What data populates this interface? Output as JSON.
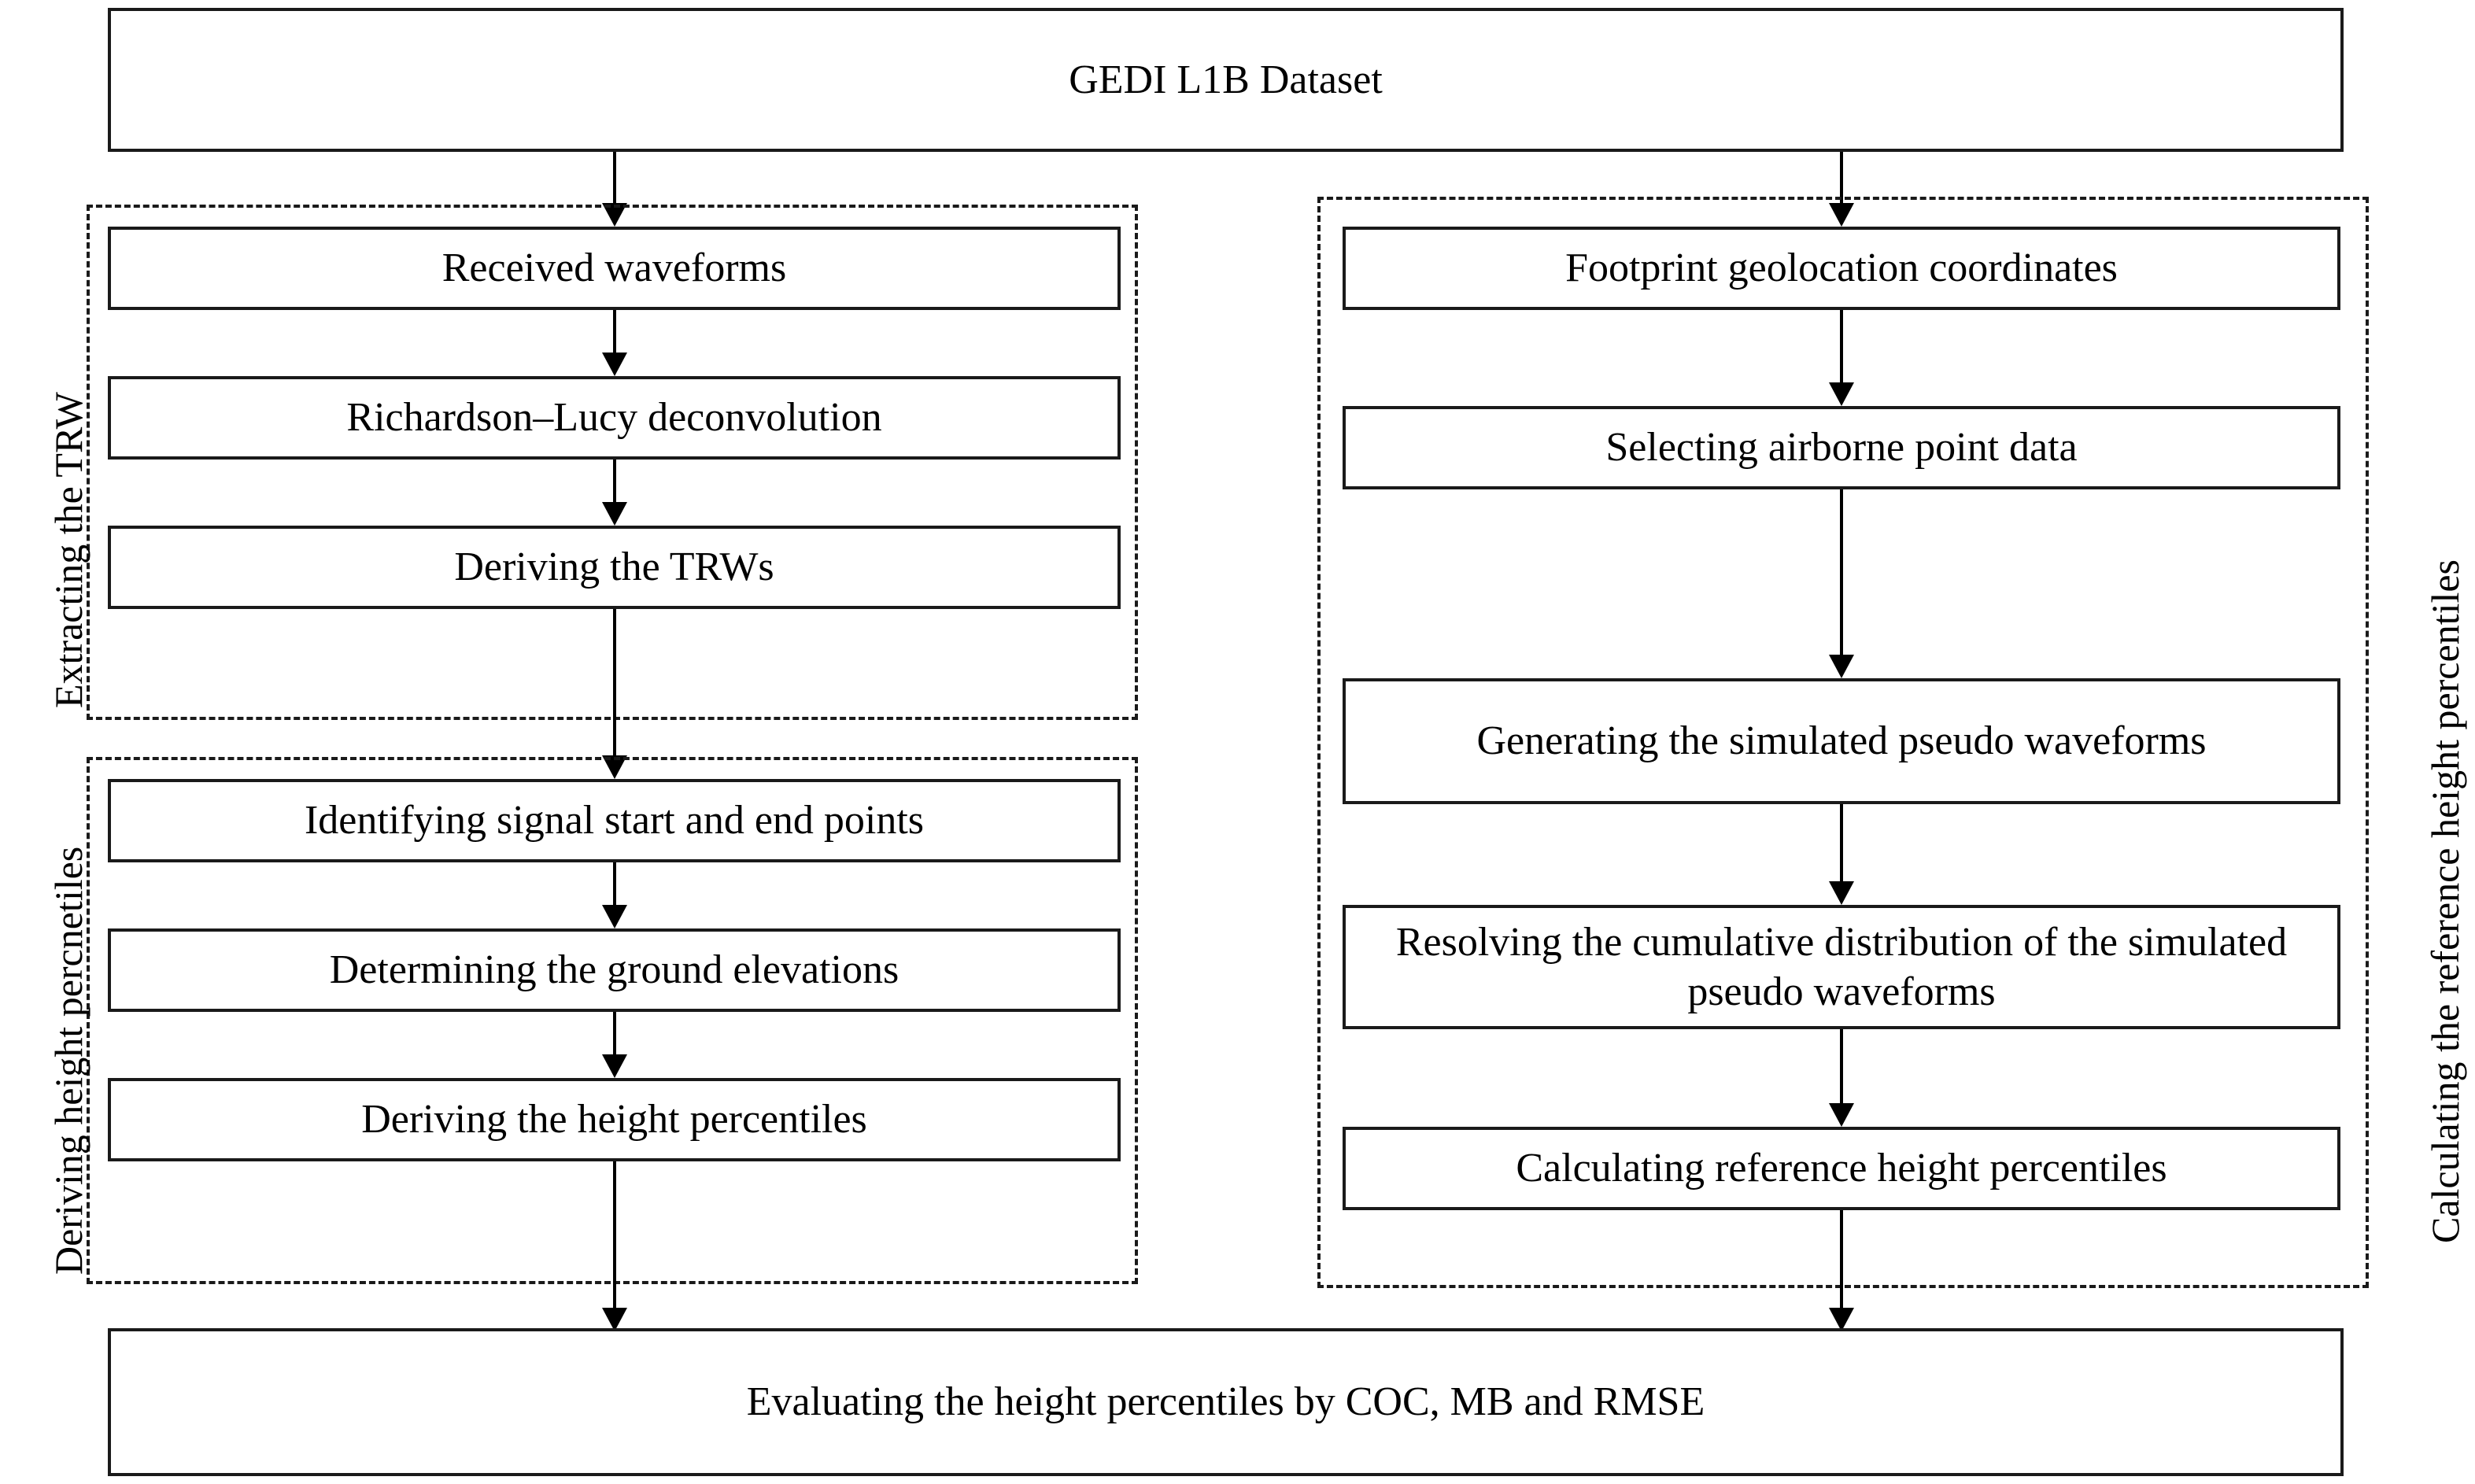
{
  "figure": {
    "type": "flowchart",
    "title": "GEDI L1B height percentile derivation and validation workflow"
  },
  "top": {
    "dataset_box": "GEDI L1B Dataset"
  },
  "groups": {
    "extracting_trw": {
      "label": "Extracting the TRW",
      "steps": [
        "Received  waveforms",
        "Richardson–Lucy deconvolution",
        "Deriving the TRWs"
      ]
    },
    "deriving_height_percentiles": {
      "label": "Deriving height percnetiles",
      "steps": [
        "Identifying signal start and end points",
        "Determining the ground elevations",
        "Deriving the height percentiles"
      ]
    },
    "calculating_reference": {
      "label": "Calculating the reference height percentiles",
      "steps": [
        "Footprint geolocation coordinates",
        "Selecting airborne point data",
        "Generating the simulated pseudo waveforms",
        "Resolving the  cumulative distribution of the simulated pseudo waveforms",
        "Calculating reference height percentiles"
      ]
    }
  },
  "bottom": {
    "evaluation_box": "Evaluating the height percentiles by COC, MB and RMSE"
  },
  "colors": {
    "stroke": "#1a1a1a",
    "arrow": "#000000",
    "background": "#ffffff",
    "text": "#000000"
  }
}
